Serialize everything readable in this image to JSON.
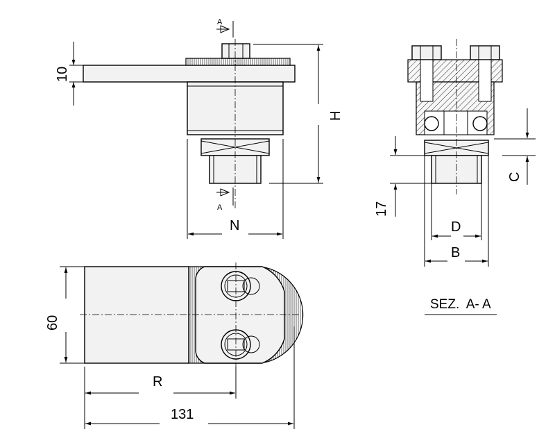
{
  "dimensions": {
    "thickness": "10",
    "height": "H",
    "width_n": "N",
    "width_60": "60",
    "radius_r": "R",
    "length_131": "131",
    "dim_c": "C",
    "dim_17": "17",
    "dim_d": "D",
    "dim_b": "B"
  },
  "section_marks": {
    "top": "A",
    "bottom": "A"
  },
  "section_title": "SEZ.  A- A"
}
